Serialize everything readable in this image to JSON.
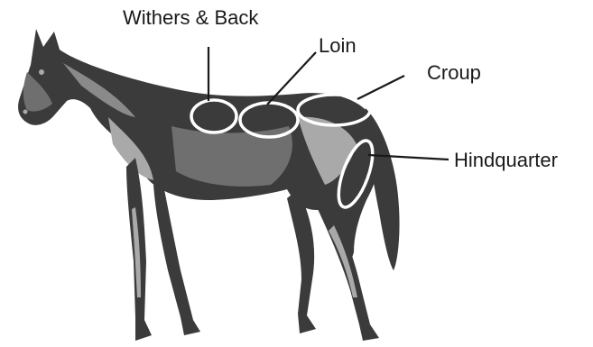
{
  "diagram": {
    "labels": {
      "withers_back": "Withers & Back",
      "loin": "Loin",
      "croup": "Croup",
      "hindquarter": "Hindquarter"
    },
    "colors": {
      "horse_dark": "#3b3b3b",
      "horse_mid": "#6f6f6f",
      "horse_light": "#a9a9a9",
      "outline_ring": "#ffffff",
      "leader_line": "#1a1a1a",
      "text": "#1a1a1a",
      "background": "#ffffff"
    }
  }
}
